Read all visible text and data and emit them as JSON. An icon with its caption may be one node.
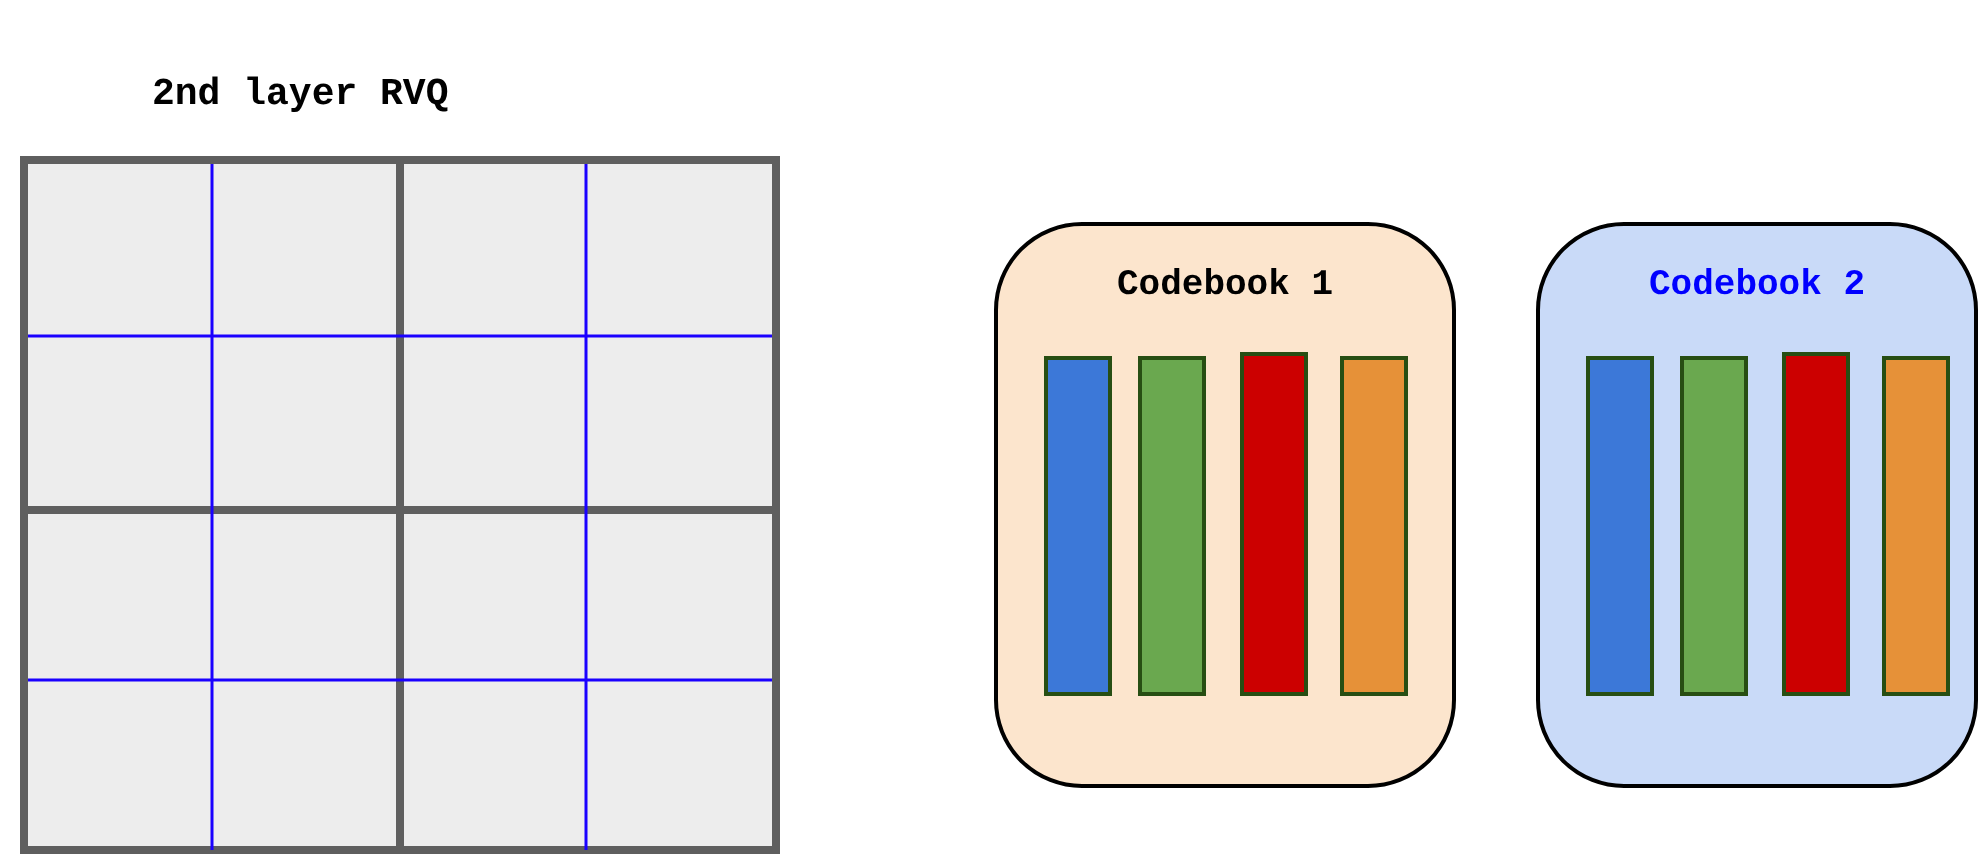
{
  "diagram": {
    "title": "2nd layer RVQ",
    "nodes": [
      {
        "text": [
          "Codebook 1"
        ]
      },
      {
        "text": [],
        "shape": "bar",
        "in": 0
      },
      {
        "text": [],
        "shape": "bar",
        "in": 0
      },
      {
        "text": [],
        "shape": "bar",
        "in": 0
      },
      {
        "text": [],
        "shape": "bar",
        "in": 0
      },
      {
        "text": [
          "Codebook 2"
        ]
      },
      {
        "text": [],
        "shape": "bar",
        "in": 5
      },
      {
        "text": [],
        "shape": "bar",
        "in": 5
      },
      {
        "text": [],
        "shape": "bar",
        "in": 5
      },
      {
        "text": [],
        "shape": "bar",
        "in": 5
      }
    ]
  }
}
